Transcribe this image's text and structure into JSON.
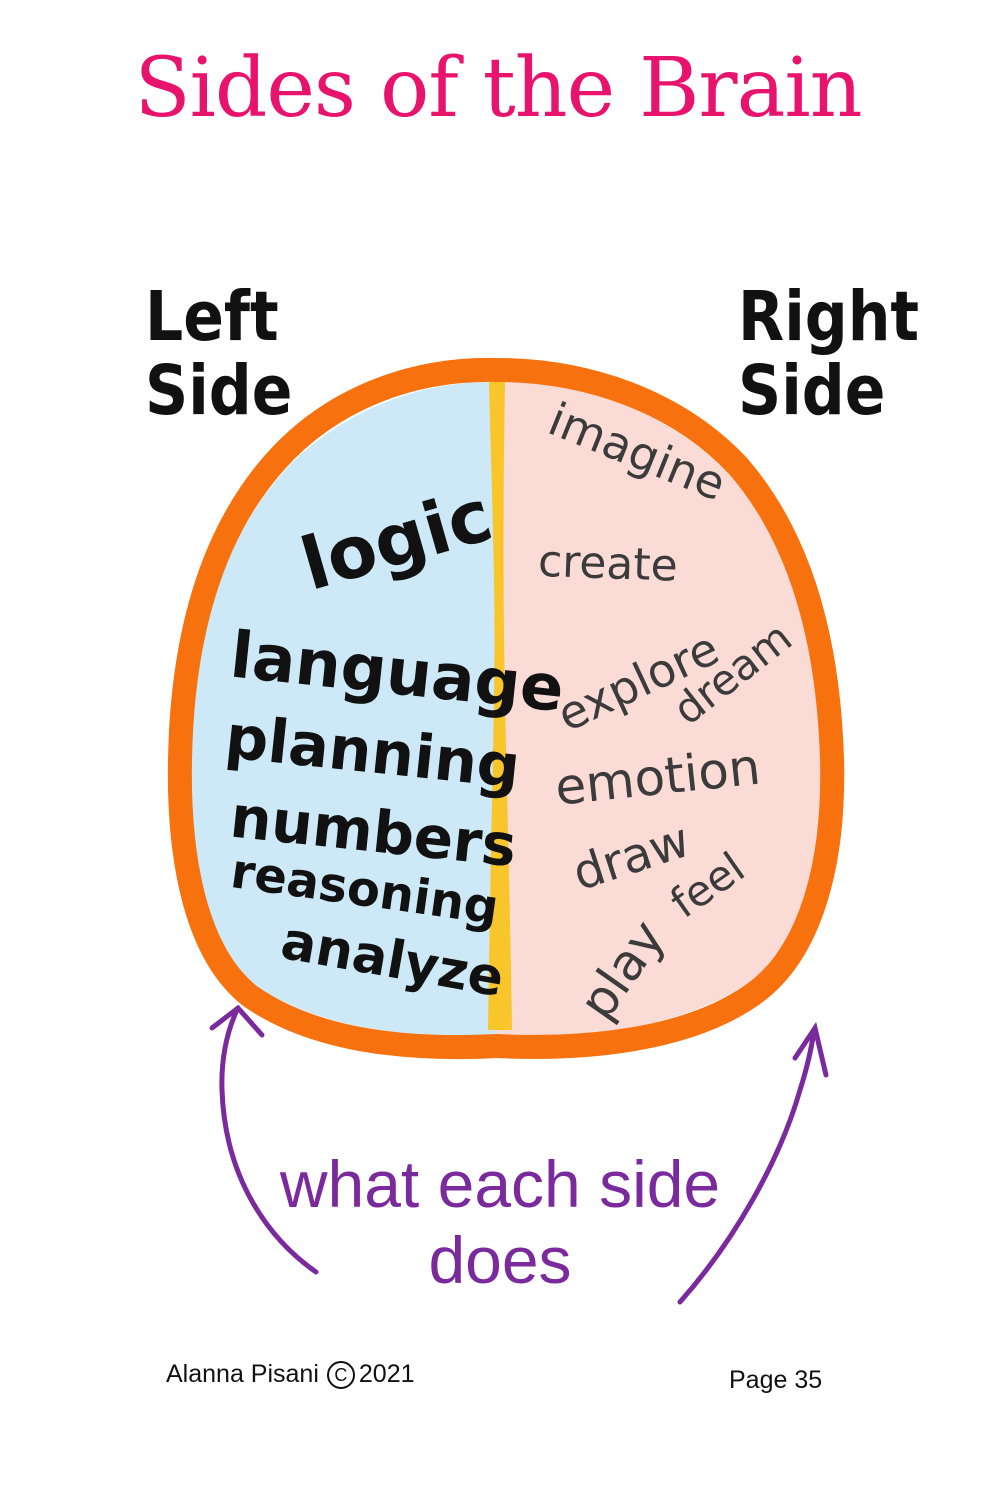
{
  "title": "Sides of the Brain",
  "left_label": [
    "Left",
    "Side"
  ],
  "right_label": [
    "Right",
    "Side"
  ],
  "left_words": [
    "logic",
    "language",
    "planning",
    "numbers",
    "reasoning",
    "analyze"
  ],
  "right_words": [
    "imagine",
    "create",
    "explore",
    "dream",
    "emotion",
    "draw",
    "feel",
    "play"
  ],
  "caption": [
    "what each side",
    "does"
  ],
  "footer": {
    "author": "Alanna Pisani",
    "copyright_symbol": "C",
    "year": "2021",
    "page": "Page 35"
  },
  "colors": {
    "title": "#e8136d",
    "outline": "#f7720f",
    "left_fill": "#cde9f7",
    "right_fill": "#fadbd6",
    "divider": "#f8c52a",
    "caption": "#7a2a9c",
    "left_text": "#111111",
    "right_text": "#3b3b3b"
  }
}
